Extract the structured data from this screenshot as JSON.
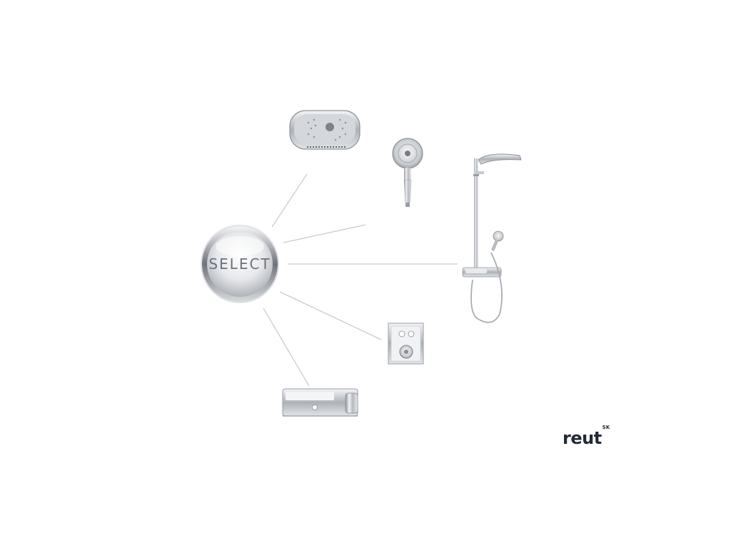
{
  "central_button": {
    "label": "SELECT"
  },
  "brand": {
    "name": "reut",
    "suffix": "SK"
  },
  "icons": [
    "overhead-shower-icon",
    "hand-shower-icon",
    "shower-column-icon",
    "concealed-thermostat-icon",
    "bath-thermostat-icon"
  ],
  "colors": {
    "chrome_dark": "#8a8f96",
    "chrome_light": "#eef0f2",
    "line": "#c8cbcf",
    "brand": "#232a36"
  }
}
